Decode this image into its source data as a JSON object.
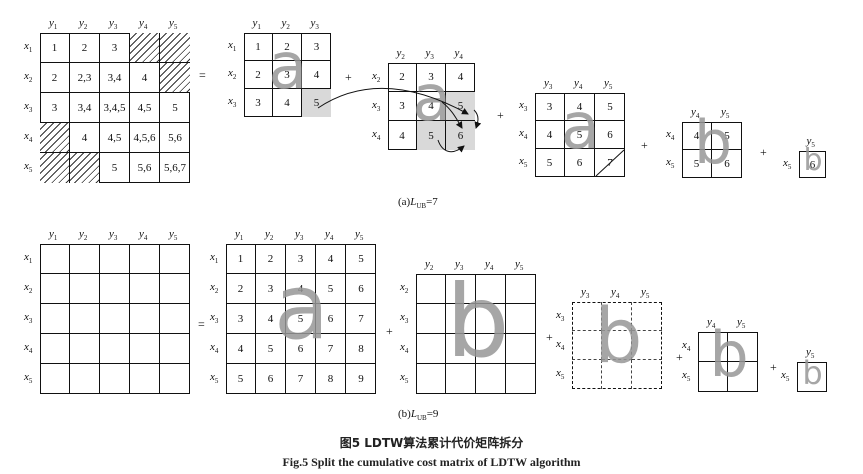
{
  "figure": {
    "caption_cn": "图5   LDTW算法累计代价矩阵拆分",
    "caption_en": "Fig.5    Split the cumulative cost matrix of LDTW algorithm",
    "subcaption_a": {
      "prefix": "(a)",
      "var": "L",
      "sub": "UB",
      "value": "=7"
    },
    "subcaption_b": {
      "prefix": "(b)",
      "var": "L",
      "sub": "UB",
      "value": "=9"
    }
  },
  "operators": {
    "equals": "=",
    "plus": "+"
  },
  "colors": {
    "shade": "#d9d9d9",
    "letter": "#969696",
    "line": "#111111"
  },
  "row_a": {
    "main": {
      "col_labels": [
        "y1",
        "y2",
        "y3",
        "y4",
        "y5"
      ],
      "row_labels": [
        "x1",
        "x2",
        "x3",
        "x4",
        "x5"
      ],
      "cells": [
        [
          "1",
          "2",
          "3",
          "",
          ""
        ],
        [
          "2",
          "2,3",
          "3,4",
          "4",
          ""
        ],
        [
          "3",
          "3,4",
          "3,4,5",
          "4,5",
          "5"
        ],
        [
          "",
          "4",
          "4,5",
          "4,5,6",
          "5,6"
        ],
        [
          "",
          "",
          "5",
          "5,6",
          "5,6,7"
        ]
      ],
      "hatched": [
        [
          0,
          3
        ],
        [
          0,
          4
        ],
        [
          1,
          4
        ],
        [
          3,
          0
        ],
        [
          4,
          0
        ],
        [
          4,
          1
        ]
      ]
    },
    "m1": {
      "col_labels": [
        "y1",
        "y2",
        "y3"
      ],
      "row_labels": [
        "x1",
        "x2",
        "x3"
      ],
      "cells": [
        [
          "1",
          "2",
          "3"
        ],
        [
          "2",
          "3",
          "4"
        ],
        [
          "3",
          "4",
          "5"
        ]
      ],
      "shaded": [
        [
          2,
          2
        ]
      ],
      "letter": "a"
    },
    "m2": {
      "col_labels": [
        "y2",
        "y3",
        "y4"
      ],
      "row_labels": [
        "x2",
        "x3",
        "x4"
      ],
      "cells": [
        [
          "2",
          "3",
          "4"
        ],
        [
          "3",
          "4",
          "5"
        ],
        [
          "4",
          "5",
          "6"
        ]
      ],
      "shaded": [
        [
          1,
          2
        ],
        [
          2,
          1
        ],
        [
          2,
          2
        ]
      ],
      "letter": "a"
    },
    "m3": {
      "col_labels": [
        "y3",
        "y4",
        "y5"
      ],
      "row_labels": [
        "x3",
        "x4",
        "x5"
      ],
      "cells": [
        [
          "3",
          "4",
          "5"
        ],
        [
          "4",
          "5",
          "6"
        ],
        [
          "5",
          "6",
          "7"
        ]
      ],
      "shaded": [],
      "letter": "a"
    },
    "m4": {
      "col_labels": [
        "y4",
        "y5"
      ],
      "row_labels": [
        "x4",
        "x5"
      ],
      "cells": [
        [
          "4",
          "5"
        ],
        [
          "5",
          "6"
        ]
      ],
      "shaded": [],
      "letter": "b"
    },
    "m5": {
      "col_labels": [
        "y5"
      ],
      "row_labels": [
        "x5"
      ],
      "cells": [
        [
          "6"
        ]
      ],
      "shaded": [],
      "letter": "b"
    }
  },
  "row_b": {
    "main": {
      "col_labels": [
        "y1",
        "y2",
        "y3",
        "y4",
        "y5"
      ],
      "row_labels": [
        "x1",
        "x2",
        "x3",
        "x4",
        "x5"
      ]
    },
    "m1": {
      "col_labels": [
        "y1",
        "y2",
        "y3",
        "y4",
        "y5"
      ],
      "row_labels": [
        "x1",
        "x2",
        "x3",
        "x4",
        "x5"
      ],
      "cells": [
        [
          "1",
          "2",
          "3",
          "4",
          "5"
        ],
        [
          "2",
          "3",
          "4",
          "5",
          "6"
        ],
        [
          "3",
          "4",
          "5",
          "6",
          "7"
        ],
        [
          "4",
          "5",
          "6",
          "7",
          "8"
        ],
        [
          "5",
          "6",
          "7",
          "8",
          "9"
        ]
      ],
      "letter": "a"
    },
    "m2": {
      "col_labels": [
        "y2",
        "y3",
        "y4",
        "y5"
      ],
      "row_labels": [
        "x2",
        "x3",
        "x4",
        "x5"
      ],
      "letter": "b"
    },
    "m3": {
      "col_labels": [
        "y3",
        "y4",
        "y5"
      ],
      "row_labels": [
        "x3",
        "x4",
        "x5"
      ],
      "letter": "b"
    },
    "m4": {
      "col_labels": [
        "y4",
        "y5"
      ],
      "row_labels": [
        "x4",
        "x5"
      ],
      "letter": "b"
    },
    "m5": {
      "col_labels": [
        "y5"
      ],
      "row_labels": [
        "x5"
      ],
      "letter": "b"
    }
  }
}
